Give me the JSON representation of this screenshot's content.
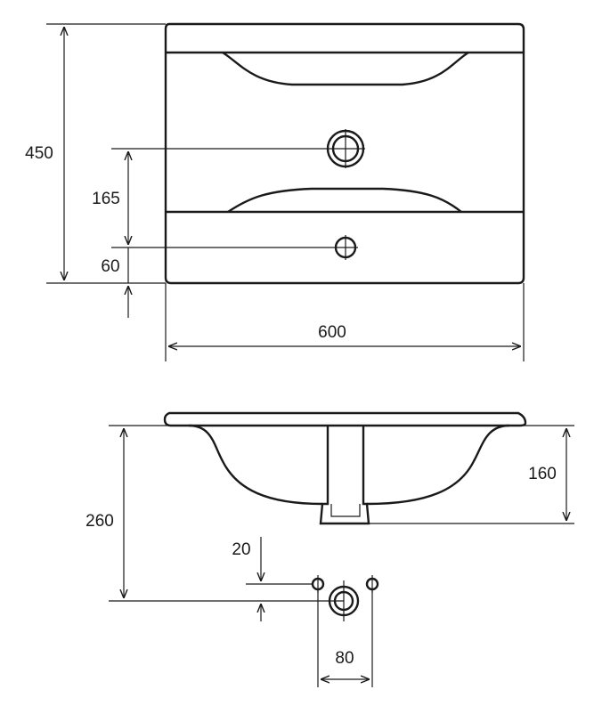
{
  "diagram": {
    "top_view": {
      "dimensions": {
        "height": "450",
        "tap_hole_offset": "165",
        "overflow_offset": "60",
        "width": "600"
      }
    },
    "side_view": {
      "dimensions": {
        "total_height": "260",
        "bowl_depth": "160",
        "tap_offset": "20",
        "fixing_spacing": "80"
      }
    }
  }
}
